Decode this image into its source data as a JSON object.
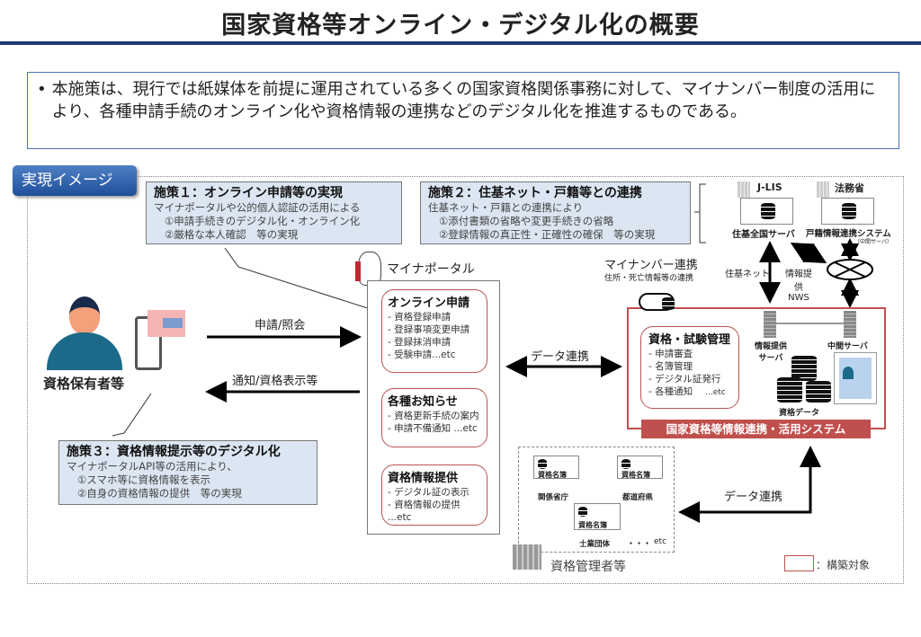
{
  "title": "国家資格等オンライン・デジタル化の概要",
  "intro": {
    "bullet": "•",
    "text": "本施策は、現行では紙媒体を前提に運用されている多くの国家資格関係事務に対して、マイナンバー制度の活用により、各種申請手続のオンライン化や資格情報の連携などのデジタル化を推進するものである。"
  },
  "tab": "実現イメージ",
  "policy1": {
    "title": "施策１：オンライン申請等の実現",
    "lines": [
      "マイナポータルや公的個人認証の活用による",
      "①申請手続きのデジタル化・オンライン化",
      "②厳格な本人確認　等の実現"
    ]
  },
  "policy2": {
    "title": "施策２：住基ネット・戸籍等との連携",
    "lines": [
      "住基ネット・戸籍との連携により",
      "①添付書類の省略や変更手続きの省略",
      "②登録情報の真正性・正確性の確保　等の実現"
    ]
  },
  "policy3": {
    "title": "施策３：資格情報提示等のデジタル化",
    "lines": [
      "マイナポータルAPI等の活用により、",
      "①スマホ等に資格情報を表示",
      "②自身の資格情報の提供　等の実現"
    ]
  },
  "holder": "資格保有者等",
  "arrows": {
    "apply": "申請/照会",
    "notify": "通知/資格表示等",
    "data1": "データ連携",
    "data2": "データ連携",
    "mynumber": "マイナンバー連携",
    "mynumber_sub": "住所・死亡情報等の連携",
    "juki_net": "住基ネット",
    "nws1": "情報提供",
    "nws2": "NWS"
  },
  "portal": {
    "label": "マイナポータル",
    "boxes": [
      {
        "title": "オンライン申請",
        "items": [
          "- 資格登録申請",
          "- 登録事項変更申請",
          "- 登録抹消申請",
          "- 受験申請...etc"
        ]
      },
      {
        "title": "各種お知らせ",
        "items": [
          "- 資格更新手続の案内",
          "- 申請不備通知 ...etc"
        ]
      },
      {
        "title": "資格情報提供",
        "items": [
          "- デジタル証の表示",
          "- 資格情報の提供 ...etc"
        ]
      }
    ]
  },
  "jlis": {
    "org": "J-LIS",
    "server": "住基全国サーバ"
  },
  "moj": {
    "org": "法務省",
    "server": "戸籍情報連携システム",
    "sub": "（中間サーバ）"
  },
  "system": {
    "label": "国家資格等情報連携・活用システム",
    "mgmt_title": "資格・試験管理",
    "mgmt_items": [
      "- 申請審査",
      "- 名簿管理",
      "- デジタル証発行",
      "- 各種通知"
    ],
    "mgmt_etc": "...etc",
    "server1": "情報提供サーバ",
    "server2": "中間サーバ",
    "data": "資格データ"
  },
  "admins": {
    "registry": "資格名簿",
    "orgs": [
      "関係省庁",
      "都道府県",
      "士業団体"
    ],
    "dots": "・・・",
    "etc": "etc",
    "label": "資格管理者等"
  },
  "legend": "：構築対象",
  "colors": {
    "accent": "#1f3a73",
    "policy_fill": "#dce6f2",
    "system_red": "#c0504d"
  }
}
